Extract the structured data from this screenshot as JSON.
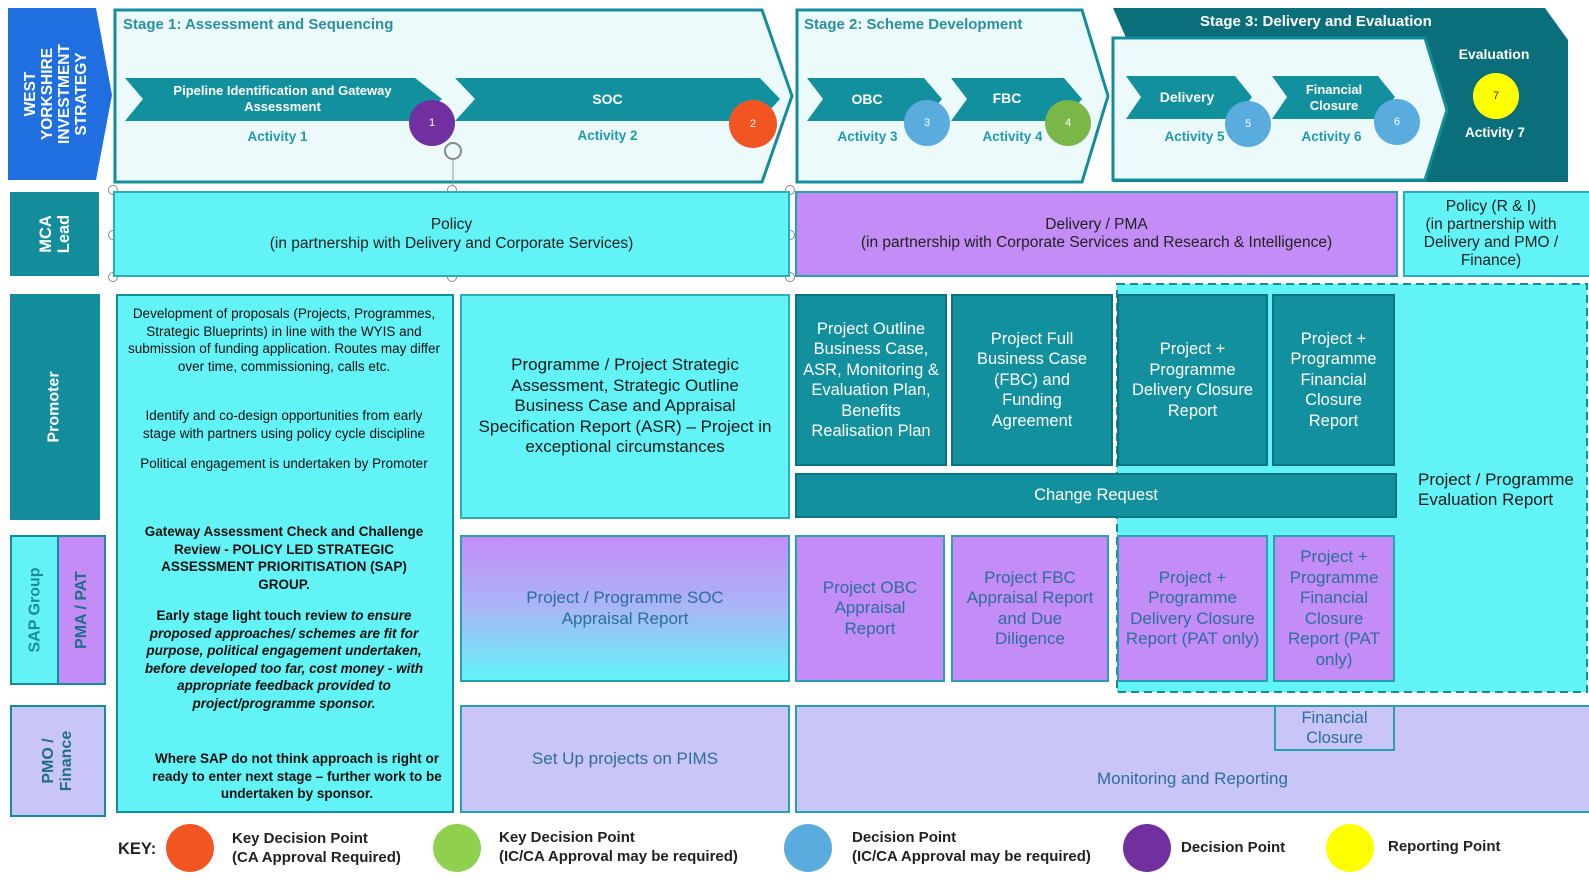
{
  "side_title": "WEST YORKSHIRE INVESTMENT STRATEGY",
  "stages": {
    "s1_title": "Stage 1: Assessment and Sequencing",
    "s2_title": "Stage 2: Scheme Development",
    "s3_title": "Stage 3: Delivery and Evaluation"
  },
  "steps": [
    {
      "label": "Pipeline Identification and Gateway Assessment",
      "activity": "Activity 1",
      "point": "1"
    },
    {
      "label": "SOC",
      "activity": "Activity 2",
      "point": "2"
    },
    {
      "label": "OBC",
      "activity": "Activity 3",
      "point": "3"
    },
    {
      "label": "FBC",
      "activity": "Activity 4",
      "point": "4"
    },
    {
      "label": "Delivery",
      "activity": "Activity 5",
      "point": "5"
    },
    {
      "label": "Financial Closure",
      "activity": "Activity 6",
      "point": "6"
    },
    {
      "label": "Evaluation",
      "activity": "Activity 7",
      "point": "7"
    }
  ],
  "rows": {
    "mca_lead": "MCA Lead",
    "promoter": "Promoter",
    "sap_group": "SAP Group",
    "pma_pat": "PMA / PAT",
    "pmo_finance": "PMO / Finance"
  },
  "mca": {
    "policy": "Policy",
    "policy_sub": "(in partnership with Delivery and Corporate Services)",
    "delivery": "Delivery / PMA",
    "delivery_sub": "(in partnership with Corporate Services and Research & Intelligence)",
    "policy_ri": "Policy (R & I)",
    "policy_ri_sub": "(in partnership with Delivery and PMO / Finance)"
  },
  "left_panel": {
    "p1": "Development of proposals (Projects, Programmes, Strategic Blueprints) in line with the WYIS and submission of funding application. Routes may differ over time, commissioning, calls etc.",
    "p2": "Identify and co-design opportunities from early stage with partners using policy cycle discipline",
    "p3": "Political engagement is undertaken by Promoter",
    "p4": "Gateway Assessment Check and Challenge Review - POLICY LED STRATEGIC ASSESSMENT PRIORITISATION (SAP) GROUP.",
    "p5a": "Early stage light touch review",
    "p5b": "to ensure proposed approaches/ schemes are fit for purpose, political engagement undertaken, before developed too far, cost money - with appropriate feedback provided to project/programme sponsor.",
    "p6": "Where SAP do not think approach is right or ready to enter next stage – further work to be undertaken by sponsor."
  },
  "promoter": {
    "soc": "Programme / Project Strategic Assessment, Strategic Outline Business Case and Appraisal Specification Report (ASR) – Project in exceptional circumstances",
    "obc": "Project Outline Business Case, ASR, Monitoring & Evaluation Plan, Benefits Realisation Plan",
    "fbc": "Project Full Business Case (FBC) and Funding Agreement",
    "delivery": "Project + Programme Delivery Closure Report",
    "financial": "Project + Programme Financial Closure Report",
    "change_request": "Change Request",
    "evaluation": "Project / Programme Evaluation Report"
  },
  "pma": {
    "soc": "Project / Programme SOC Appraisal Report",
    "obc": "Project OBC Appraisal Report",
    "fbc": "Project FBC Appraisal Report and Due Diligence",
    "delivery": "Project + Programme Delivery Closure Report (PAT only)",
    "financial": "Project + Programme Financial Closure Report (PAT only)"
  },
  "pmo": {
    "pims": "Set Up projects on PIMS",
    "monitoring": "Monitoring and Reporting",
    "financial": "Financial Closure"
  },
  "key": {
    "title": "KEY:",
    "items": [
      {
        "l1": "Key Decision Point",
        "l2": "(CA Approval Required)",
        "color": "#f25522"
      },
      {
        "l1": "Key Decision Point",
        "l2": "(IC/CA Approval may be required)",
        "color": "#8fd14f"
      },
      {
        "l1": "Decision Point",
        "l2": "(IC/CA Approval may be required)",
        "color": "#5aacdf"
      },
      {
        "l1": "Decision Point",
        "l2": "",
        "color": "#7030a0"
      },
      {
        "l1": "Reporting Point",
        "l2": "",
        "color": "#ffff00"
      }
    ]
  },
  "colors": {
    "teal": "#13909e",
    "dark_teal": "#0b6f7b",
    "cyan": "#62f3f7",
    "purple": "#c48cf7",
    "lavender": "#c9c5f6",
    "side_blue": "#1f6fe0"
  }
}
